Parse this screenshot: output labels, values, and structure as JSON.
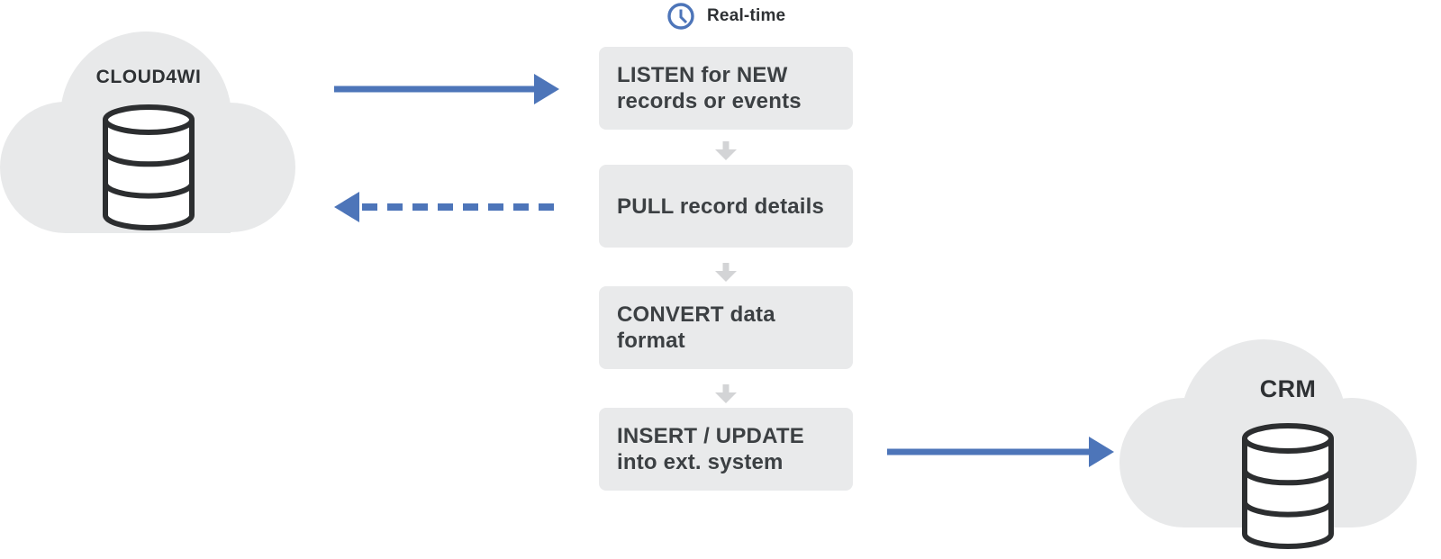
{
  "colors": {
    "accent_blue": "#4d75b9",
    "gray_arrow": "#d3d4d6",
    "box_bg": "#e9eaeb",
    "cloud_fill": "#e8e9ea",
    "box_text": "#3c4043",
    "db_outline": "#2c2e30",
    "label_dark": "#2e3134"
  },
  "header": {
    "realtime_label": "Real-time",
    "realtime_icon": "clock-icon"
  },
  "left_system": {
    "label": "CLOUD4WI",
    "icon": "database-icon"
  },
  "right_system": {
    "label": "CRM",
    "icon": "database-icon"
  },
  "pipeline": {
    "steps": [
      {
        "name": "listen",
        "lines": [
          "LISTEN for NEW",
          "records or events"
        ]
      },
      {
        "name": "pull",
        "lines": [
          "PULL record details"
        ]
      },
      {
        "name": "convert",
        "lines": [
          "CONVERT data",
          "format"
        ]
      },
      {
        "name": "insert",
        "lines": [
          "INSERT / UPDATE",
          "into ext. system"
        ]
      }
    ]
  },
  "flows": [
    {
      "from": "CLOUD4WI",
      "to": "LISTEN for NEW records or events",
      "style": "solid"
    },
    {
      "from": "PULL record details",
      "to": "CLOUD4WI",
      "style": "dashed"
    },
    {
      "from": "INSERT / UPDATE into ext. system",
      "to": "CRM",
      "style": "solid"
    }
  ]
}
